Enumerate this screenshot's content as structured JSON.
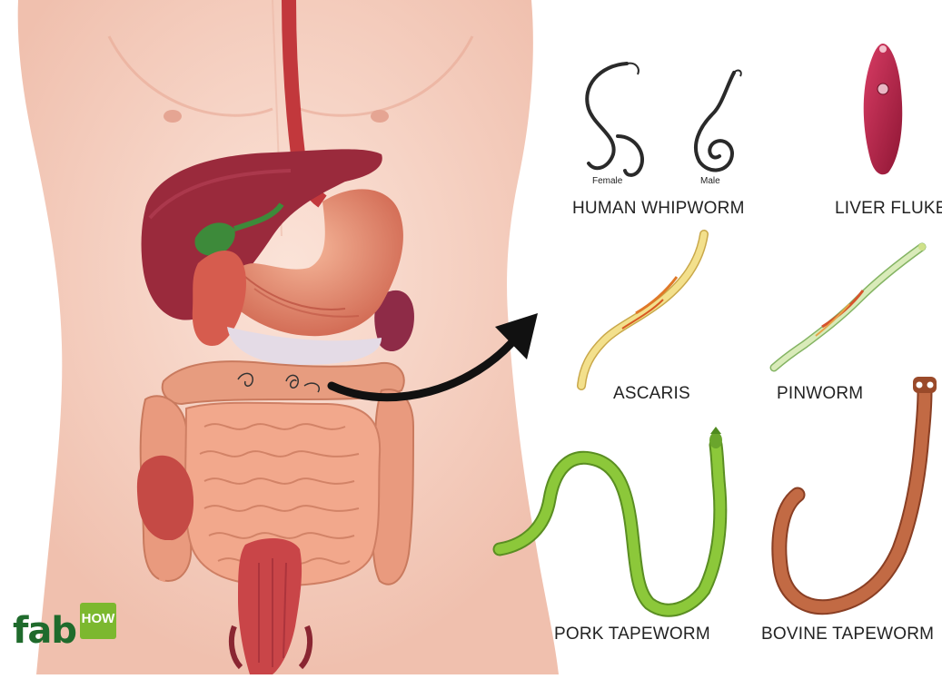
{
  "labels": {
    "whipworm": "HUMAN WHIPWORM",
    "female": "Female",
    "male": "Male",
    "liver_fluke": "LIVER FLUKE",
    "ascaris": "ASCARIS",
    "pinworm": "PINWORM",
    "pork_tapeworm": "PORK TAPEWORM",
    "bovine_tapeworm": "BOVINE TAPEWORM"
  },
  "logo": {
    "fab": "fab",
    "how": "HOW"
  },
  "colors": {
    "skin": "#f6d2c4",
    "liver": "#9a2a3c",
    "stomach": "#d9705f",
    "intestine": "#f2a88c",
    "pork_tapeworm": "#7cbc2e",
    "bovine_tapeworm": "#b4583a",
    "liver_fluke": "#b6244a",
    "logo_green": "#7cb82f"
  }
}
